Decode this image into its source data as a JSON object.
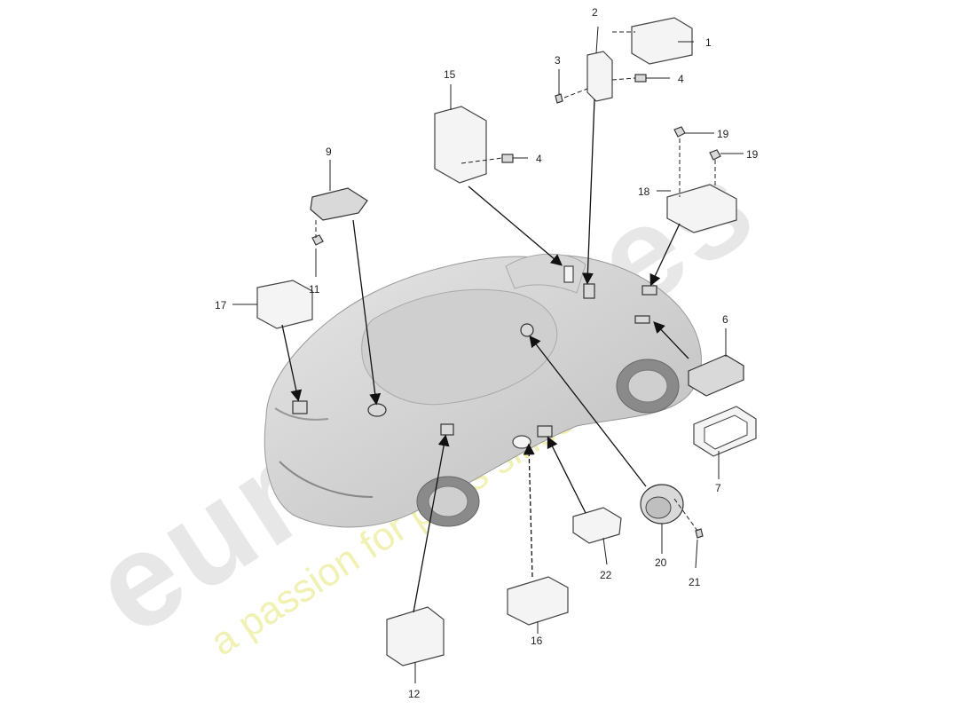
{
  "watermark": {
    "brand": "eurospares",
    "tagline": "a passion for parts since 1985"
  },
  "callouts": {
    "c1": "1",
    "c2": "2",
    "c3": "3",
    "c4a": "4",
    "c4b": "4",
    "c6": "6",
    "c7": "7",
    "c9": "9",
    "c11": "11",
    "c12": "12",
    "c15": "15",
    "c16": "16",
    "c17": "17",
    "c18": "18",
    "c19a": "19",
    "c19b": "19",
    "c20": "20",
    "c21": "21",
    "c22": "22"
  }
}
